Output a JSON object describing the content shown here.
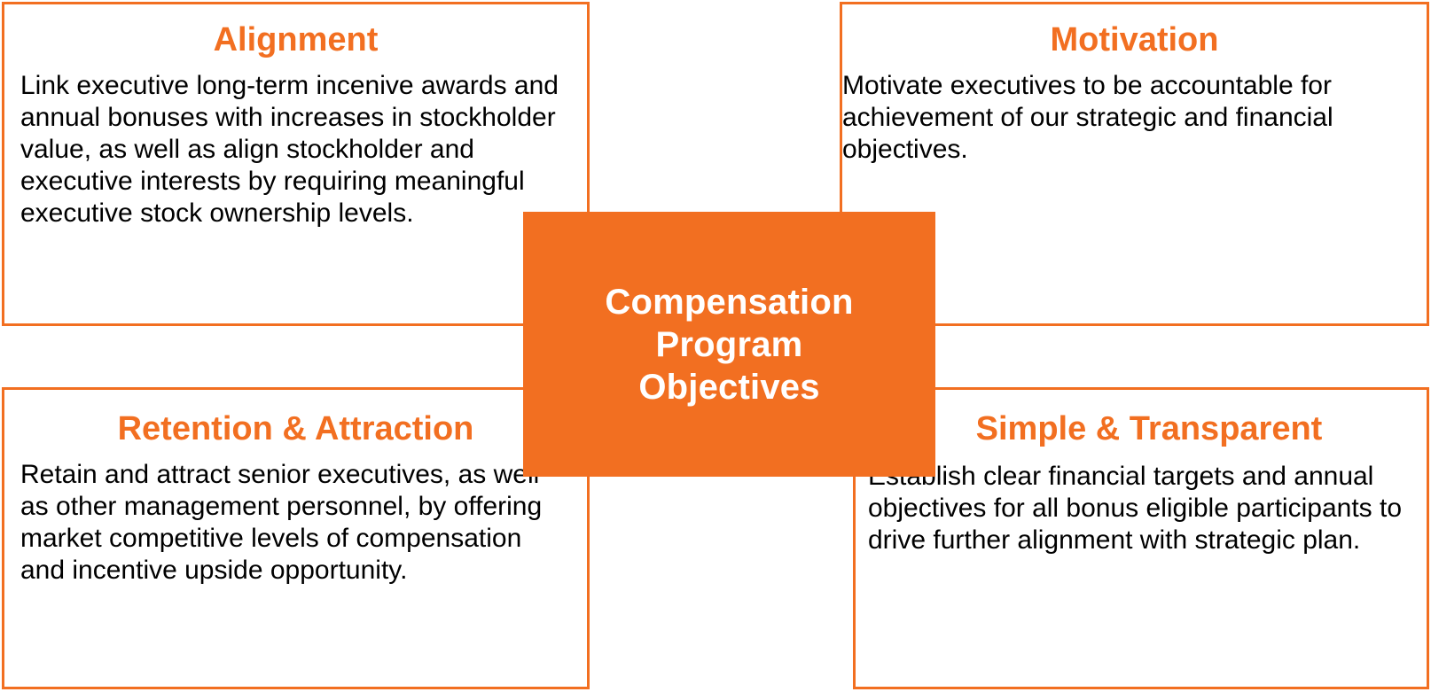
{
  "diagram": {
    "center": {
      "label": "Compensation\nProgram\nObjectives",
      "background_color": "#F26F21",
      "text_color": "#FFFFFF"
    },
    "accent_color": "#F26F21",
    "body_text_color": "#000000",
    "quadrants": [
      {
        "id": "alignment",
        "position": "top-left",
        "title": "Alignment",
        "body": "Link executive long-term incenive awards and annual bonuses with increases in stockholder value, as well as align stockholder and executive interests by requiring meaningful executive stock ownership levels."
      },
      {
        "id": "motivation",
        "position": "top-right",
        "title": "Motivation",
        "body": "Motivate executives to be accountable for achievement of our strategic and financial objectives."
      },
      {
        "id": "retention-attraction",
        "position": "bottom-left",
        "title": "Retention & Attraction",
        "body": "Retain and attract senior executives, as well as other management personnel, by offering market competitive levels of compensation and incentive upside opportunity."
      },
      {
        "id": "simple-transparent",
        "position": "bottom-right",
        "title": "Simple & Transparent",
        "body": "Establish clear financial targets and annual objectives for all bonus eligible participants to drive further alignment with strategic plan."
      }
    ]
  }
}
